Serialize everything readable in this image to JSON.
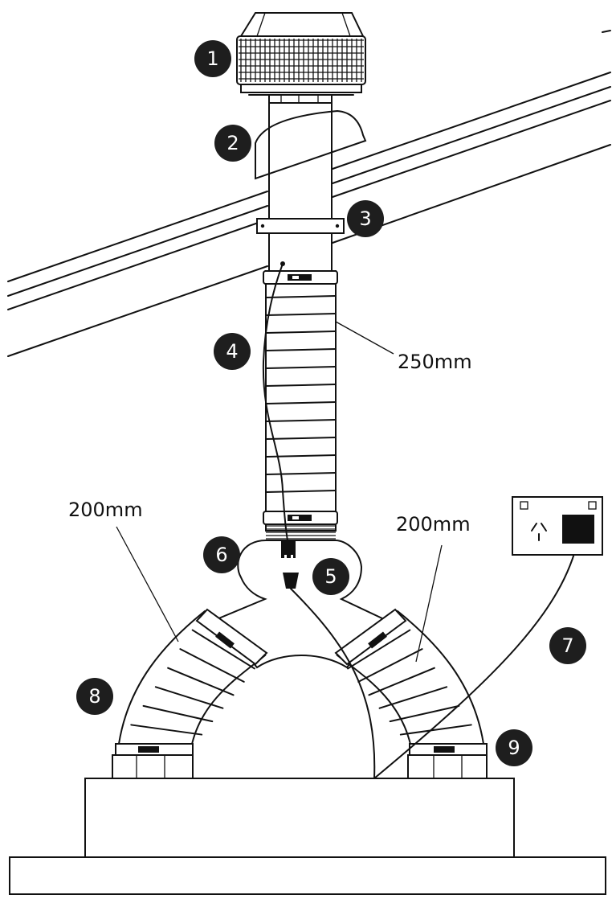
{
  "labels": {
    "dim_main_duct": "250mm",
    "dim_left_branch": "200mm",
    "dim_right_branch": "200mm"
  },
  "callouts": [
    {
      "number": "1"
    },
    {
      "number": "2"
    },
    {
      "number": "3"
    },
    {
      "number": "4"
    },
    {
      "number": "5"
    },
    {
      "number": "6"
    },
    {
      "number": "7"
    },
    {
      "number": "8"
    },
    {
      "number": "9"
    }
  ],
  "colors": {
    "line": "#111111",
    "badge_fill": "#1e1e1e",
    "badge_text": "#ffffff",
    "background": "#ffffff"
  },
  "icons": [
    "roof-fan-icon",
    "roof-flashing-icon",
    "duct-bracket-icon",
    "power-plug-icon",
    "wall-outlet-icon"
  ]
}
